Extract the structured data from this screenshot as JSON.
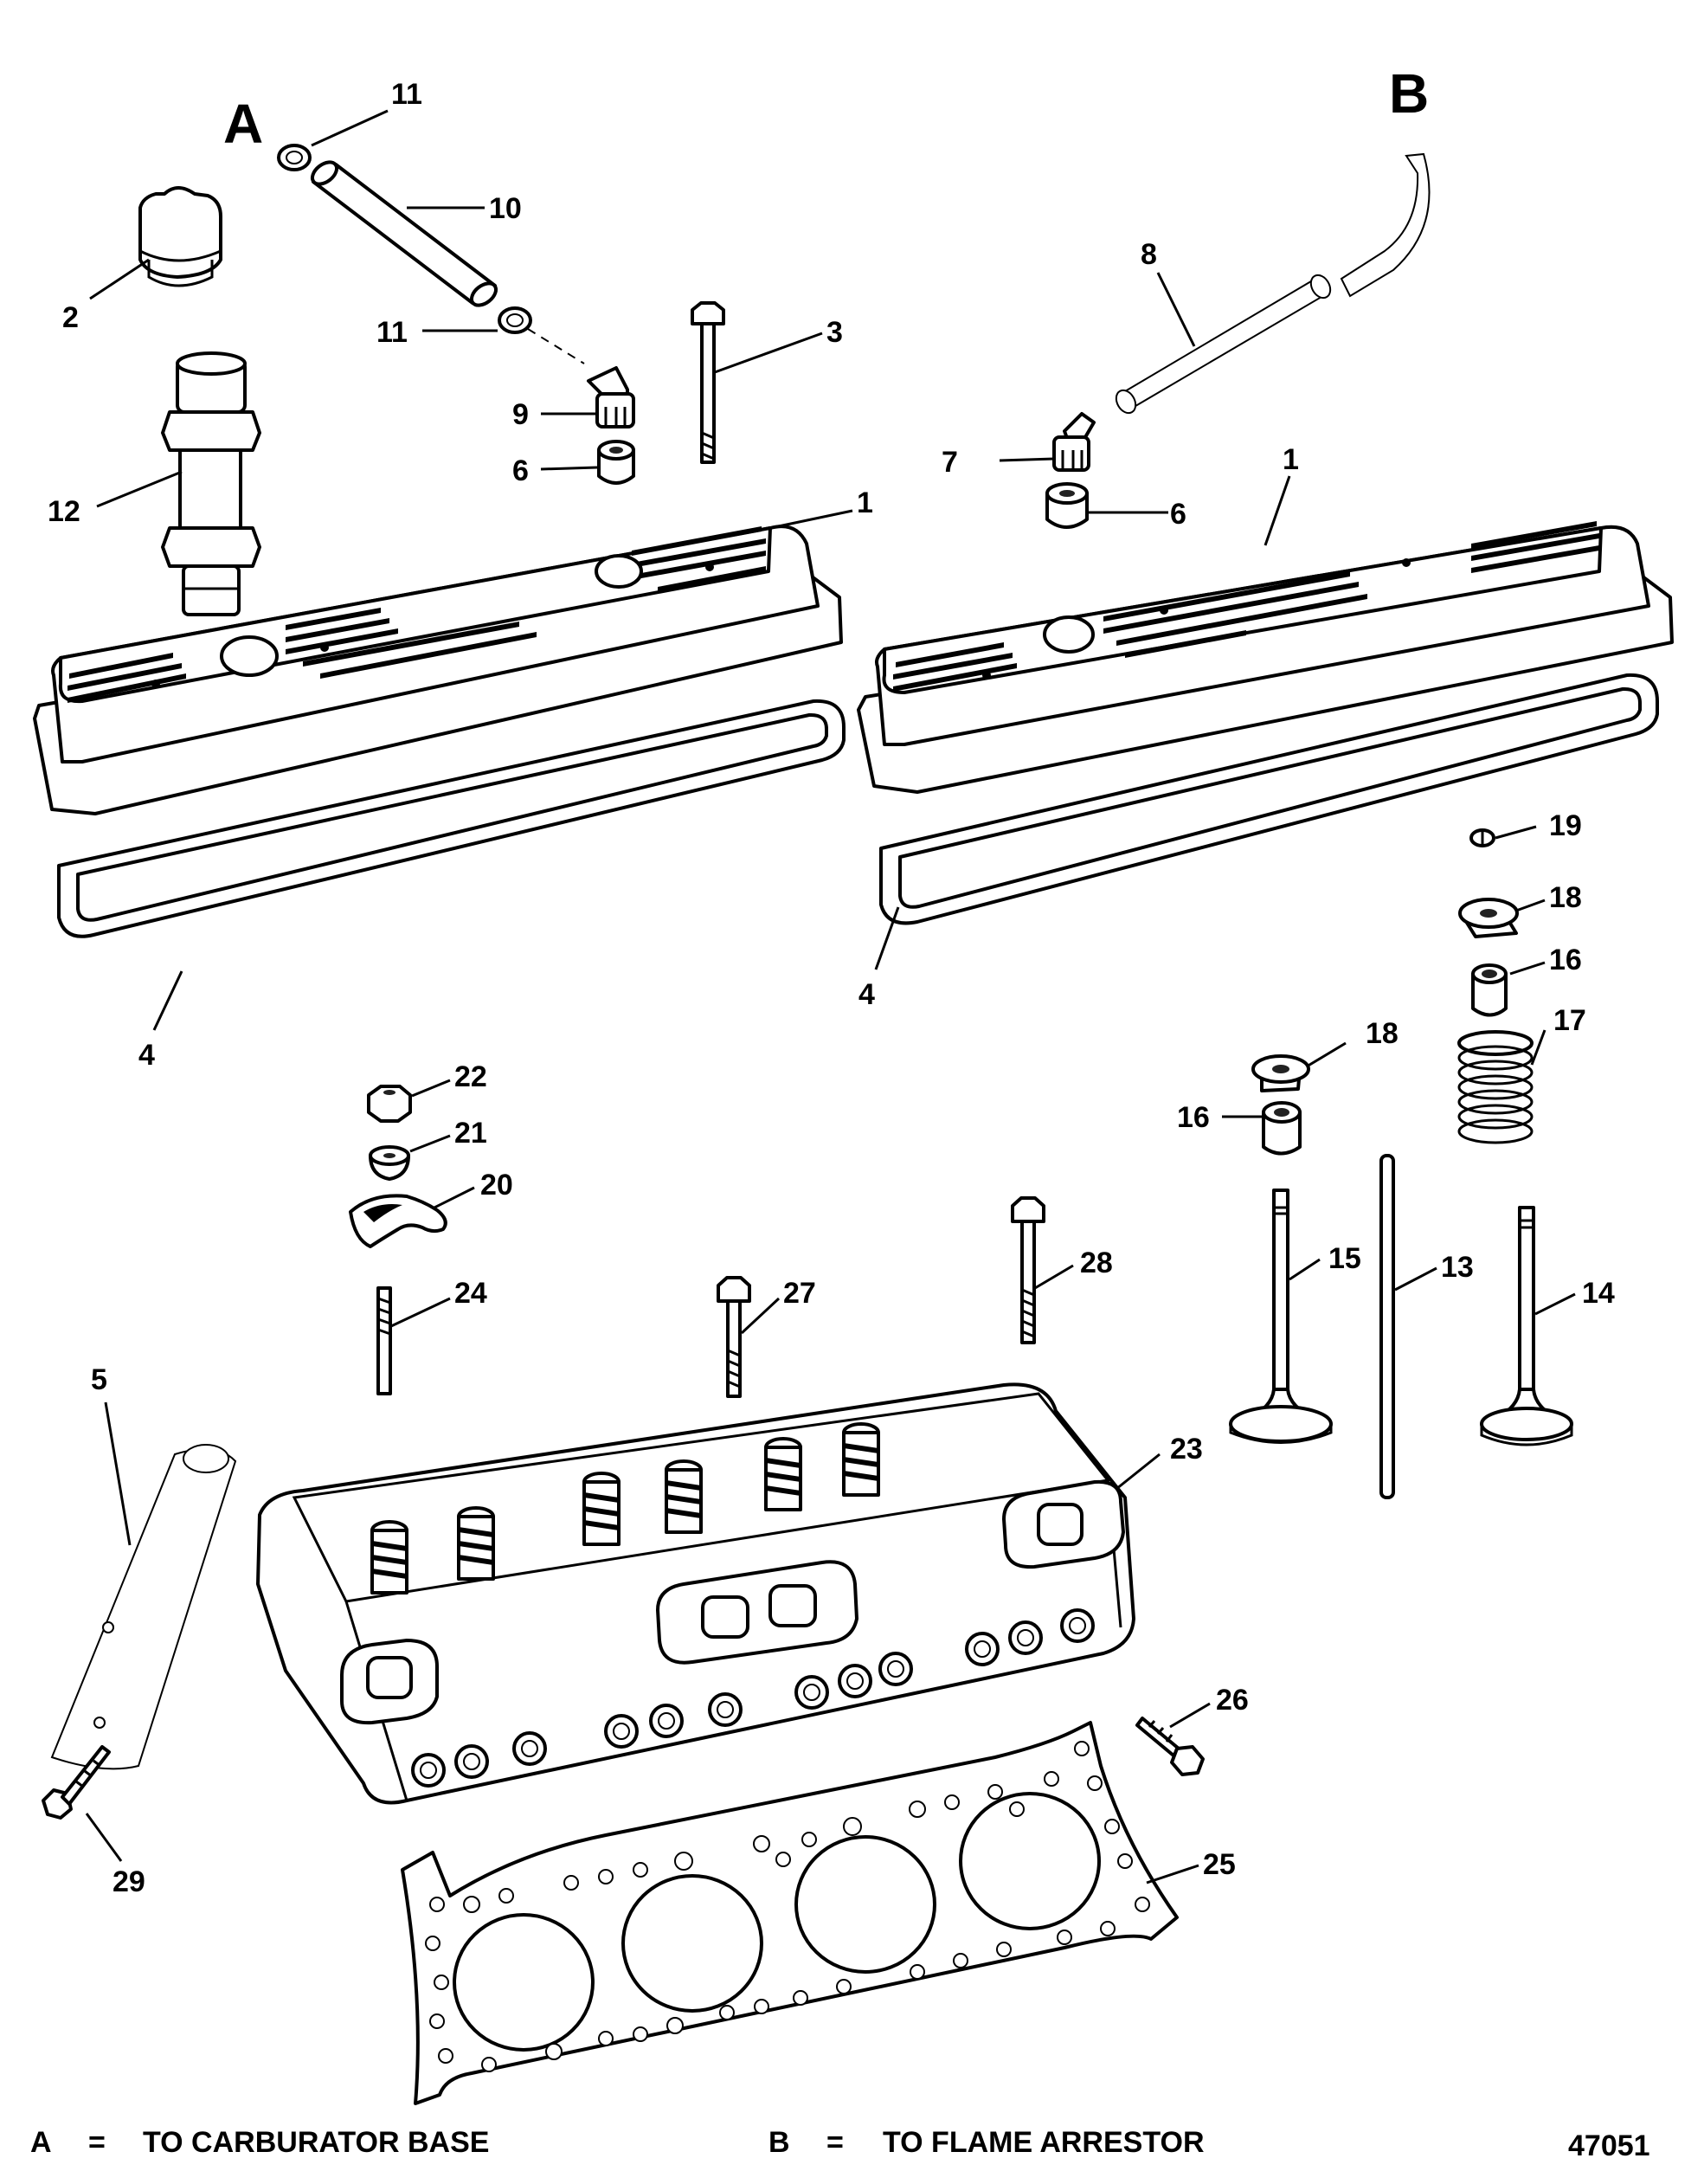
{
  "view_labels": {
    "a": "A",
    "b": "B"
  },
  "callouts": {
    "c1_left": "1",
    "c1_right": "1",
    "c2": "2",
    "c3": "3",
    "c4_left": "4",
    "c4_right": "4",
    "c5": "5",
    "c6_left": "6",
    "c6_right": "6",
    "c7": "7",
    "c8": "8",
    "c9": "9",
    "c10": "10",
    "c11_top": "11",
    "c11_bottom": "11",
    "c12": "12",
    "c13": "13",
    "c14": "14",
    "c15": "15",
    "c16_upper": "16",
    "c16_lower": "16",
    "c17": "17",
    "c18_upper": "18",
    "c18_lower": "18",
    "c19": "19",
    "c20": "20",
    "c21": "21",
    "c22": "22",
    "c23": "23",
    "c24": "24",
    "c25": "25",
    "c26": "26",
    "c27": "27",
    "c28": "28",
    "c29": "29"
  },
  "legend": {
    "a_key": "A",
    "a_eq": "=",
    "a_text": "TO CARBURATOR BASE",
    "b_key": "B",
    "b_eq": "=",
    "b_text": "TO FLAME ARRESTOR",
    "figure_number": "47051"
  }
}
